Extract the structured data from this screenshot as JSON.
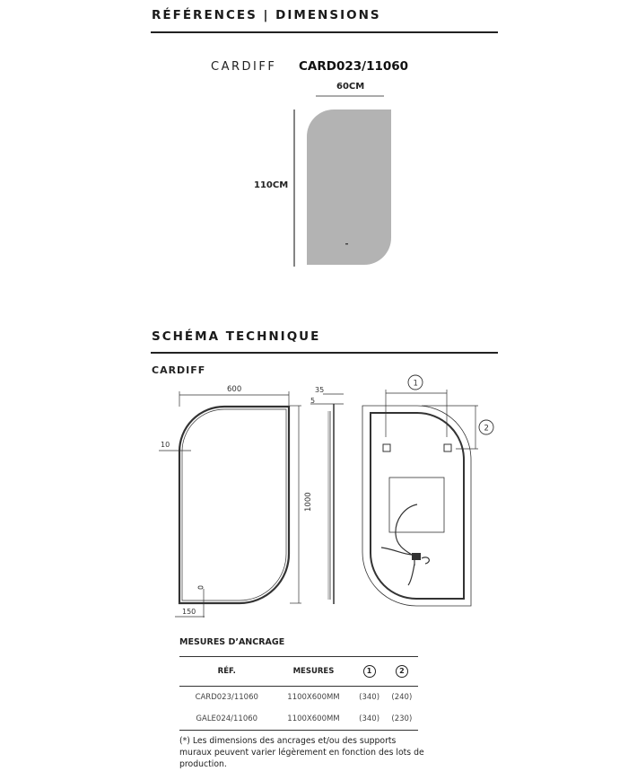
{
  "section1": {
    "title": "RÉFÉRENCES | DIMENSIONS",
    "model": "CARDIFF",
    "reference": "CARD023/11060",
    "width_label": "60CM",
    "height_label": "110CM"
  },
  "section2": {
    "title": "SCHÉMA TECHNIQUE",
    "model": "CARDIFF",
    "drawing": {
      "width": "600",
      "height": "1000",
      "border": "10",
      "switch_offset": "150",
      "depth": "35",
      "frame": "5",
      "dim1": "1",
      "dim2": "2"
    }
  },
  "anchors": {
    "title": "MESURES D’ANCRAGE",
    "headers": [
      "RÉF.",
      "MESURES",
      "1",
      "2"
    ],
    "rows": [
      [
        "CARD023/11060",
        "1100X600MM",
        "(340)",
        "(240)"
      ],
      [
        "GALE024/11060",
        "1100X600MM",
        "(340)",
        "(230)"
      ]
    ],
    "note": "(*) Les dimensions des ancrages et/ou des supports muraux peuvent varier légèrement en fonction des lots de production."
  },
  "colors": {
    "mirror": "#b3b3b3",
    "ink": "#222222"
  }
}
